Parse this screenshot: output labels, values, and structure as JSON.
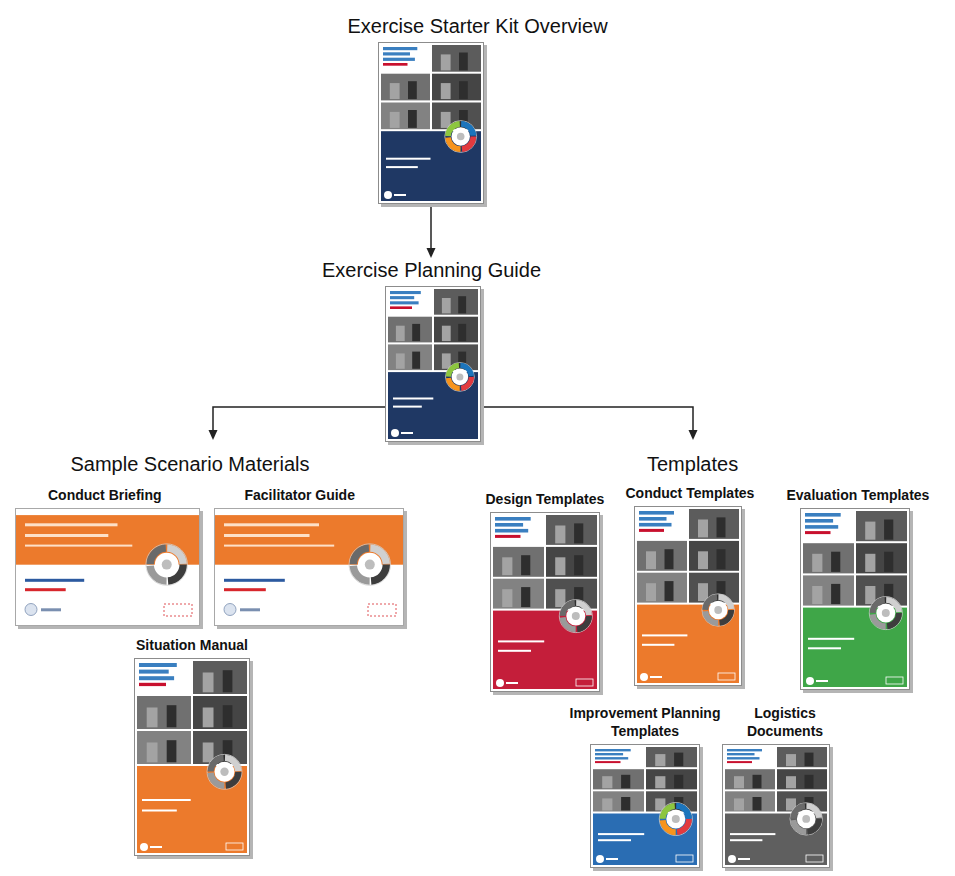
{
  "diagram": {
    "nodes": [
      {
        "text": [
          "Exercise Starter Kit Overview"
        ]
      },
      {
        "text": [
          "Exercise Planning Guide"
        ]
      },
      {
        "text": [
          "Sample Scenario Materials"
        ]
      },
      {
        "text": [
          "Conduct Briefing"
        ],
        "in": 2
      },
      {
        "text": [
          "Facilitator Guide"
        ],
        "in": 2
      },
      {
        "text": [
          "Situation Manual"
        ],
        "in": 2
      },
      {
        "text": [
          "Templates"
        ]
      },
      {
        "text": [
          "Design Templates"
        ],
        "in": 6
      },
      {
        "text": [
          "Conduct Templates"
        ],
        "in": 6
      },
      {
        "text": [
          "Evaluation Templates"
        ],
        "in": 6
      },
      {
        "text": [
          "Improvement Planning Templates"
        ],
        "in": 6
      },
      {
        "text": [
          "Logistics Documents"
        ],
        "in": 6
      }
    ],
    "edges": [
      {
        "from": 0,
        "to": 1,
        "arrow": "to"
      },
      {
        "from": 1,
        "to": 2,
        "arrow": "to"
      },
      {
        "from": 1,
        "to": 6,
        "arrow": "to"
      }
    ]
  }
}
